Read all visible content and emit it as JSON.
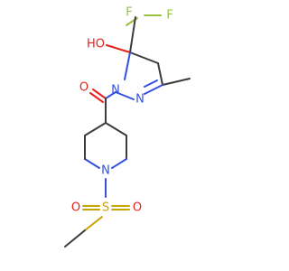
{
  "atoms": {
    "f1": "F",
    "f2": "F",
    "ho": "HO",
    "n_pyrazole_1": "N",
    "n_pyrazole_2": "N",
    "o_carbonyl": "O",
    "n_piperidine": "N",
    "s_sulfonyl": "S",
    "o_sulfonyl_1": "O",
    "o_sulfonyl_2": "O"
  },
  "colors": {
    "carbon_bond": "#3c3c3c",
    "oxygen": "#e8211c",
    "nitrogen": "#3350e0",
    "sulfur": "#c9a300",
    "fluorine": "#99c23a"
  }
}
